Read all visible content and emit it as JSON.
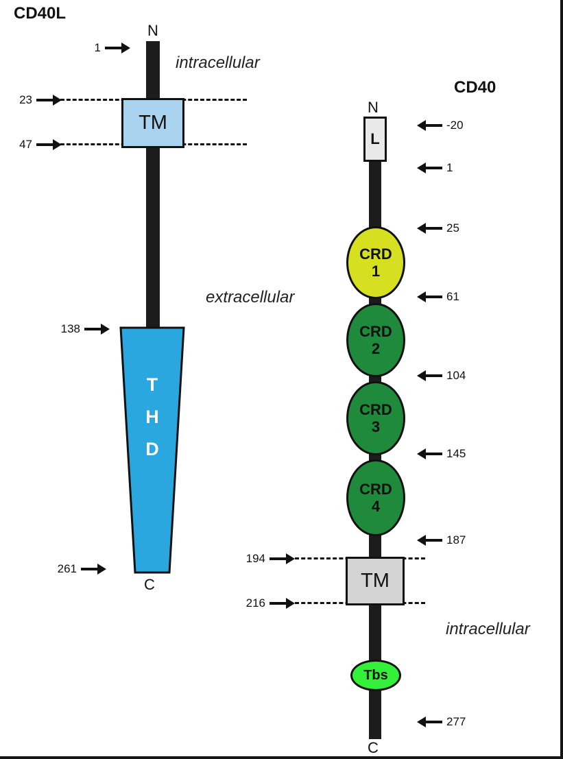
{
  "figure": {
    "cd40l": {
      "title": "CD40L",
      "n_terminus": "N",
      "c_terminus": "C",
      "tm_label": "TM",
      "thd_letters": [
        "T",
        "H",
        "D"
      ],
      "markers": {
        "start": "1",
        "tm_start": "23",
        "tm_end": "47",
        "thd_start": "138",
        "thd_end": "261"
      },
      "colors": {
        "tm_fill": "#a9d3ef",
        "thd_fill": "#2aa7df"
      }
    },
    "regions": {
      "intracellular_left": "intracellular",
      "extracellular": "extracellular",
      "intracellular_right": "intracellular"
    },
    "cd40": {
      "title": "CD40",
      "n_terminus": "N",
      "c_terminus": "C",
      "leader_label": "L",
      "tm_label": "TM",
      "tbs_label": "Tbs",
      "crds": [
        {
          "line1": "CRD",
          "line2": "1",
          "fill": "#d6e021"
        },
        {
          "line1": "CRD",
          "line2": "2",
          "fill": "#1f8a3b"
        },
        {
          "line1": "CRD",
          "line2": "3",
          "fill": "#1f8a3b"
        },
        {
          "line1": "CRD",
          "line2": "4",
          "fill": "#1f8a3b"
        }
      ],
      "markers": {
        "leader_start": "-20",
        "mature_start": "1",
        "crd1_start": "25",
        "crd1_end": "61",
        "crd2_end": "104",
        "crd3_end": "145",
        "crd4_end": "187",
        "tm_start": "194",
        "tm_end": "216",
        "c_end": "277"
      },
      "colors": {
        "leader_fill": "#e9e9e9",
        "tm_fill": "#d4d4d4",
        "tbs_fill": "#35f03a"
      }
    }
  }
}
